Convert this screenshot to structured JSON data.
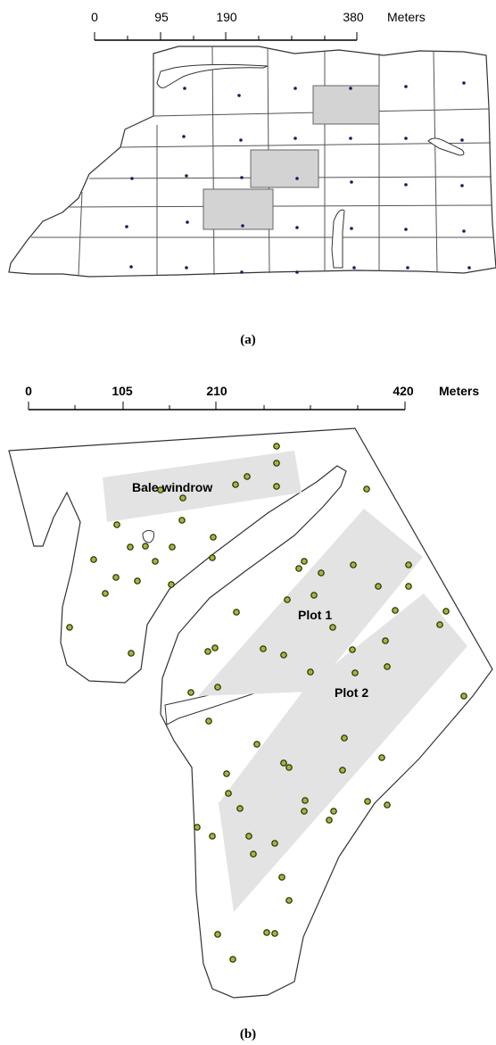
{
  "panel_a": {
    "scale": {
      "ticks": [
        "0",
        "95",
        "190",
        "380"
      ],
      "unit": "Meters"
    },
    "caption": "(a)",
    "colors": {
      "boundary": "#333333",
      "grid": "#555555",
      "plot_fill": "#d3d3d3",
      "point": "#1a1a5e"
    }
  },
  "panel_b": {
    "scale": {
      "ticks": [
        "0",
        "105",
        "210",
        "420"
      ],
      "unit": "Meters"
    },
    "caption": "(b)",
    "labels": {
      "bale": "Bale windrow",
      "plot1": "Plot 1",
      "plot2": "Plot 2"
    },
    "colors": {
      "boundary": "#333333",
      "plot_fill": "#e3e3e3",
      "point_fill": "#a4b63a",
      "point_stroke": "#1e2a00"
    }
  }
}
